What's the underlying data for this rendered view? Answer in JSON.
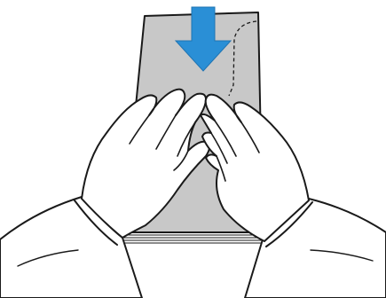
{
  "figure": {
    "subject": "envelope-loading-instruction",
    "envelope_color": "#c8c8c8",
    "envelope_outline_color": "#1a1a1a",
    "arrow_color": "#2a8fd6",
    "arrow_direction": "down",
    "flap_side": "right",
    "hand_fill": "#ffffff",
    "line_color": "#1a1a1a",
    "icons": [
      "envelope-stack-icon",
      "down-arrow-icon",
      "left-hand-icon",
      "right-hand-icon"
    ]
  }
}
